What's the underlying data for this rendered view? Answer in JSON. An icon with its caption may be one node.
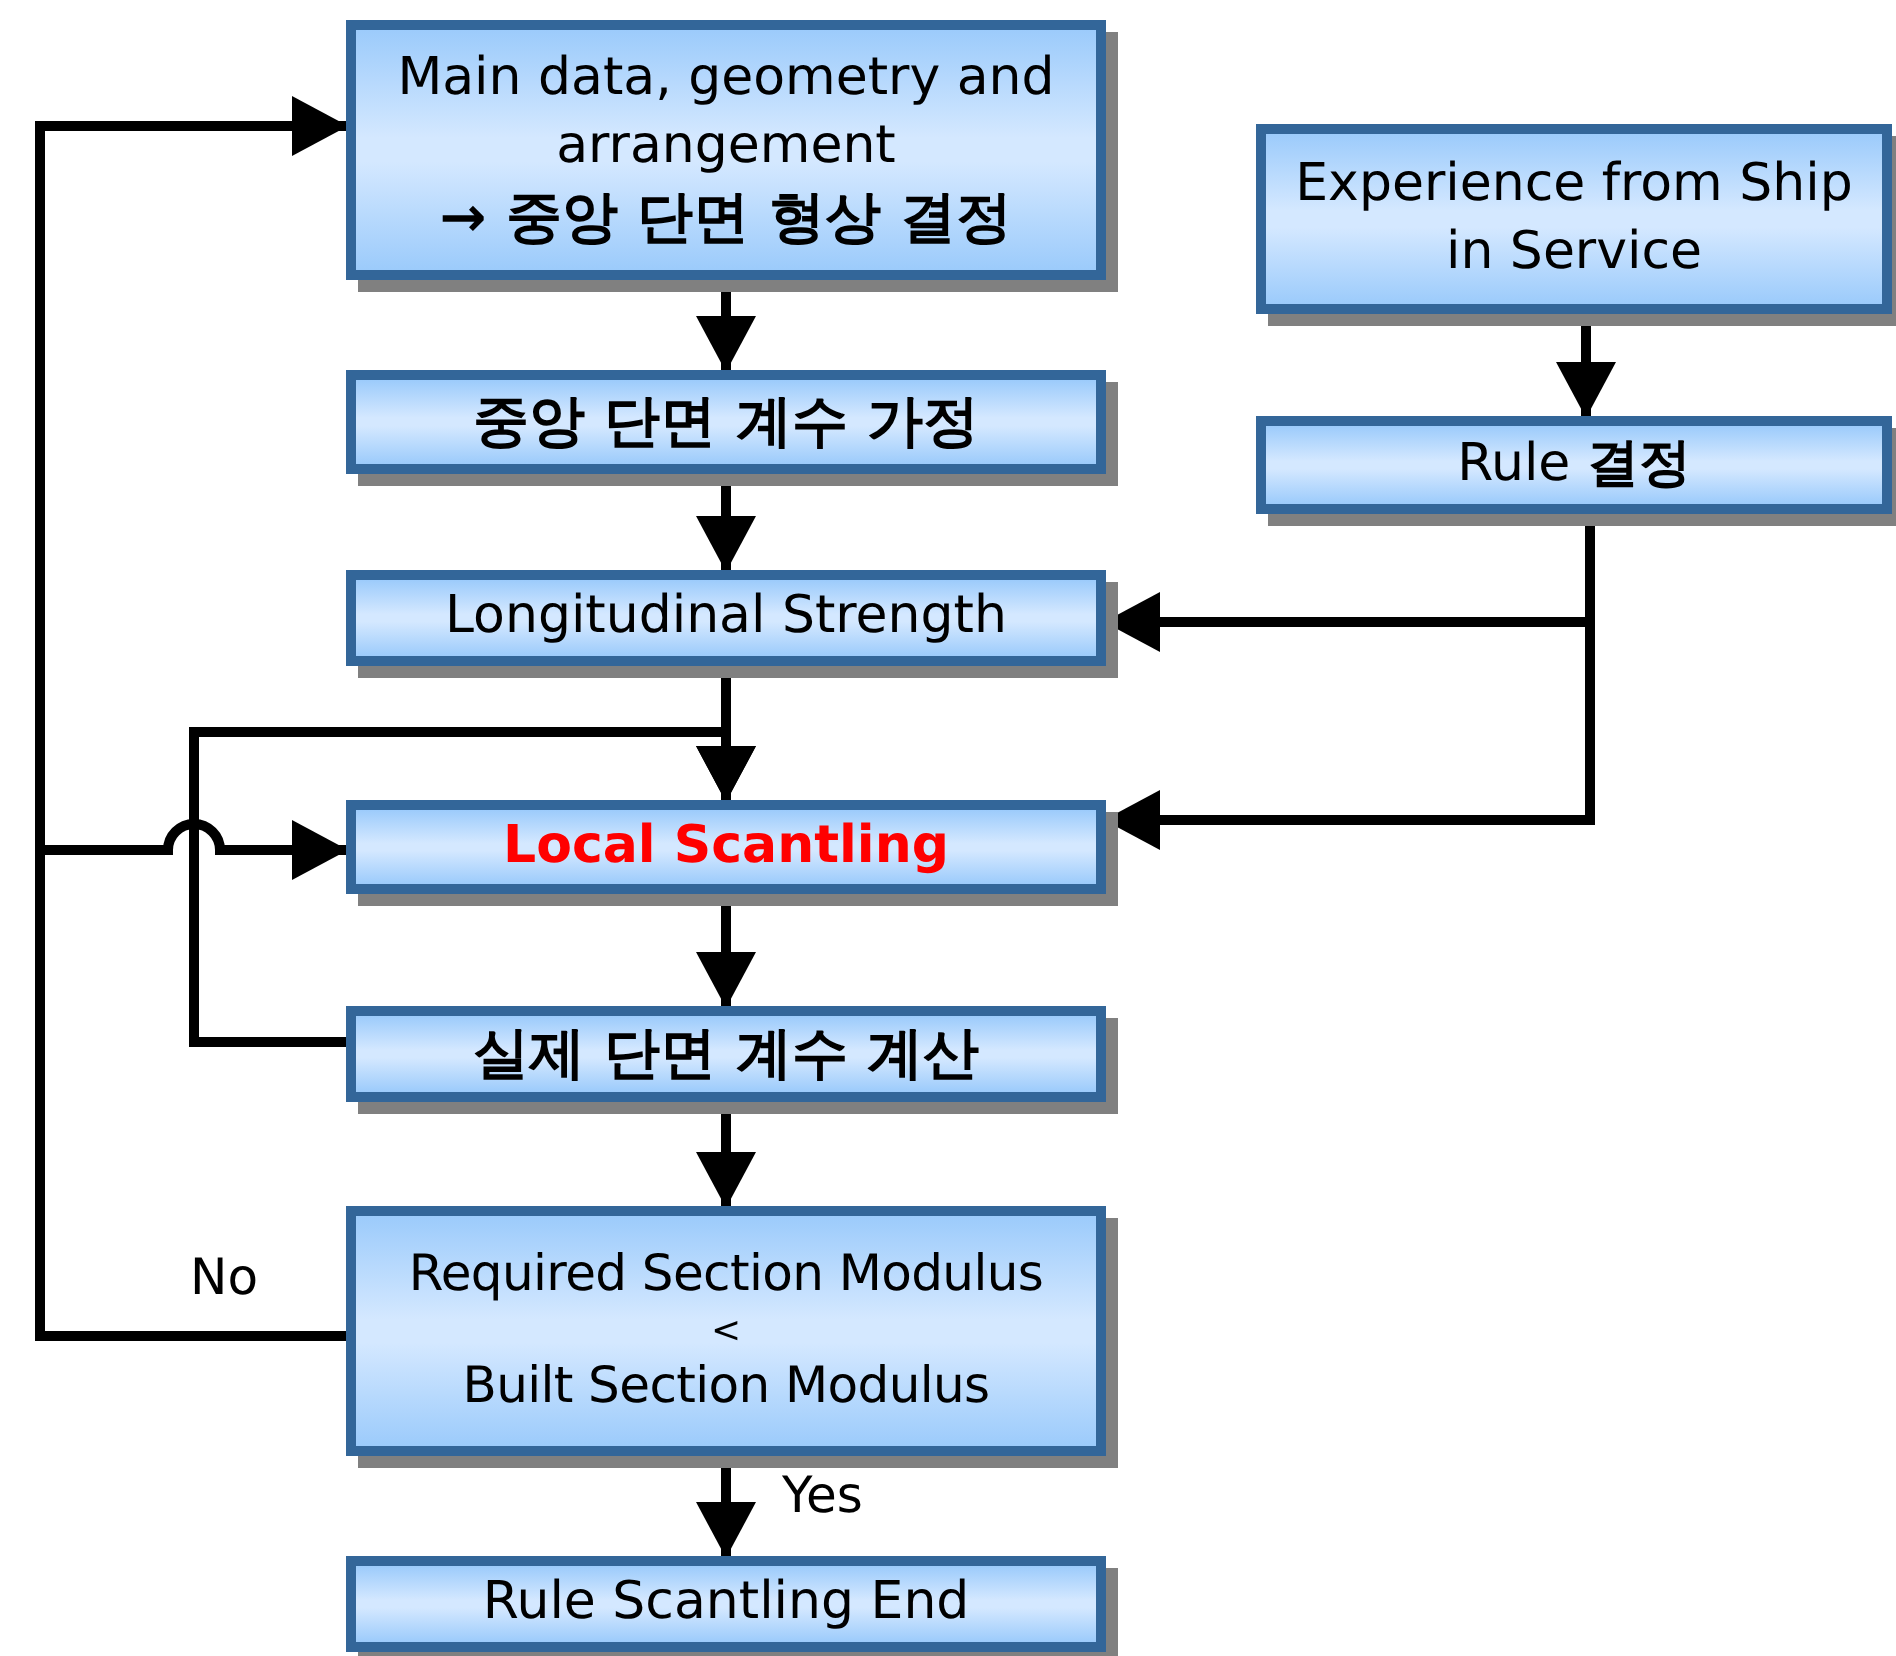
{
  "diagram": {
    "nodes": [
      {
        "text": [
          "Main data, geometry and arrangement",
          "→ 중앙 단면 형상 결정"
        ]
      },
      {
        "text": [
          "중앙 단면 계수 가정"
        ]
      },
      {
        "text": [
          "Longitudinal Strength"
        ]
      },
      {
        "text": [
          "Local Scantling"
        ]
      },
      {
        "text": [
          "실제 단면 계수 계산"
        ]
      },
      {
        "text": [
          "Required Section Modulus",
          "<",
          "Built Section Modulus"
        ]
      },
      {
        "text": [
          "Rule Scantling End"
        ]
      },
      {
        "text": [
          "Experience from Ship in Service"
        ]
      },
      {
        "text": [
          "Rule **결정**"
        ]
      }
    ],
    "edges": [
      {
        "from": 0,
        "to": 1,
        "arrow": "to"
      },
      {
        "from": 1,
        "to": 2,
        "arrow": "to"
      },
      {
        "from": 2,
        "to": 3,
        "arrow": "to"
      },
      {
        "from": 3,
        "to": 4,
        "arrow": "to"
      },
      {
        "from": 4,
        "to": 5,
        "arrow": "to"
      },
      {
        "from": 5,
        "to": 6,
        "arrow": "to",
        "label": "Yes"
      },
      {
        "from": 7,
        "to": 8,
        "arrow": "to"
      },
      {
        "from": 8,
        "to": 2,
        "arrow": "to"
      },
      {
        "from": 8,
        "to": 3,
        "arrow": "to"
      },
      {
        "from": 5,
        "to": 0,
        "arrow": "to",
        "label": "No"
      },
      {
        "from": 5,
        "to": 3,
        "arrow": "to"
      },
      {
        "from": 4,
        "to": 3,
        "arrow": "to"
      }
    ]
  }
}
